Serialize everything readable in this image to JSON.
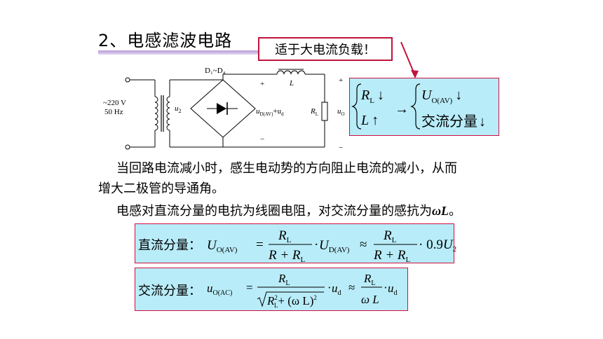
{
  "slide": {
    "section_title": "2、电感滤波电路",
    "callout": "适于大电流负载！"
  },
  "circuit": {
    "diodes_label": "D₁~D₄",
    "source_voltage": "~220 V",
    "source_freq": "50 Hz",
    "u2_label": "u",
    "u2_sub": "2",
    "inductor_label": "L",
    "plus_left": "+",
    "minus_left": "−",
    "plus_right": "+",
    "minus_right": "−",
    "ud_label": "u",
    "ud_sub": "D(AV)",
    "ud_plus": "+u",
    "ud_plus_sub": "d",
    "rl_label": "R",
    "rl_sub": "L",
    "uo_label": "u",
    "uo_sub": "O"
  },
  "relation_box": {
    "r": "R",
    "r_sub": "L",
    "r_arrow": "↓",
    "l": "L",
    "l_arrow": "↑",
    "arrow": "→",
    "u": "U",
    "u_sub": "O(AV)",
    "u_arrow": "↓",
    "ac": "交流分量",
    "ac_arrow": "↓"
  },
  "text": {
    "para1_line1": "当回路电流减小时，感生电动势的方向阻止电流的减小，从而",
    "para1_line2": "增大二极管的导通角。",
    "para2_prefix": "电感对直流分量的电抗为线圈电阻，对交流分量的感抗为",
    "para2_symbol": "ωL",
    "para2_suffix": "。"
  },
  "formula_dc": {
    "label": "直流分量：",
    "lhs": "U",
    "lhs_sub": "O(AV)",
    "eq": "=",
    "num": "R",
    "num_sub": "L",
    "den": "R + R",
    "den_sub": "L",
    "dot": "·",
    "mid": "U",
    "mid_sub": "D(AV)",
    "approx": "≈",
    "num2": "R",
    "num2_sub": "L",
    "den2": "R + R",
    "den2_sub": "L",
    "tail": "· 0.9",
    "tail_u": "U",
    "tail_sub": "2"
  },
  "formula_ac": {
    "label": "交流分量：",
    "lhs": "u",
    "lhs_sub": "O(AC)",
    "eq": "=",
    "num": "R",
    "num_sub": "L",
    "den_a": "R",
    "den_a_sub": "L",
    "den_a_sup": "2",
    "den_b": "+ (ω L)",
    "den_b_sup": "2",
    "dot": "·",
    "ud": "u",
    "ud_sub": "d",
    "approx": "≈",
    "num2": "R",
    "num2_sub": "L",
    "den2": "ω L",
    "dot2": "·",
    "ud2": "u",
    "ud2_sub": "d"
  }
}
